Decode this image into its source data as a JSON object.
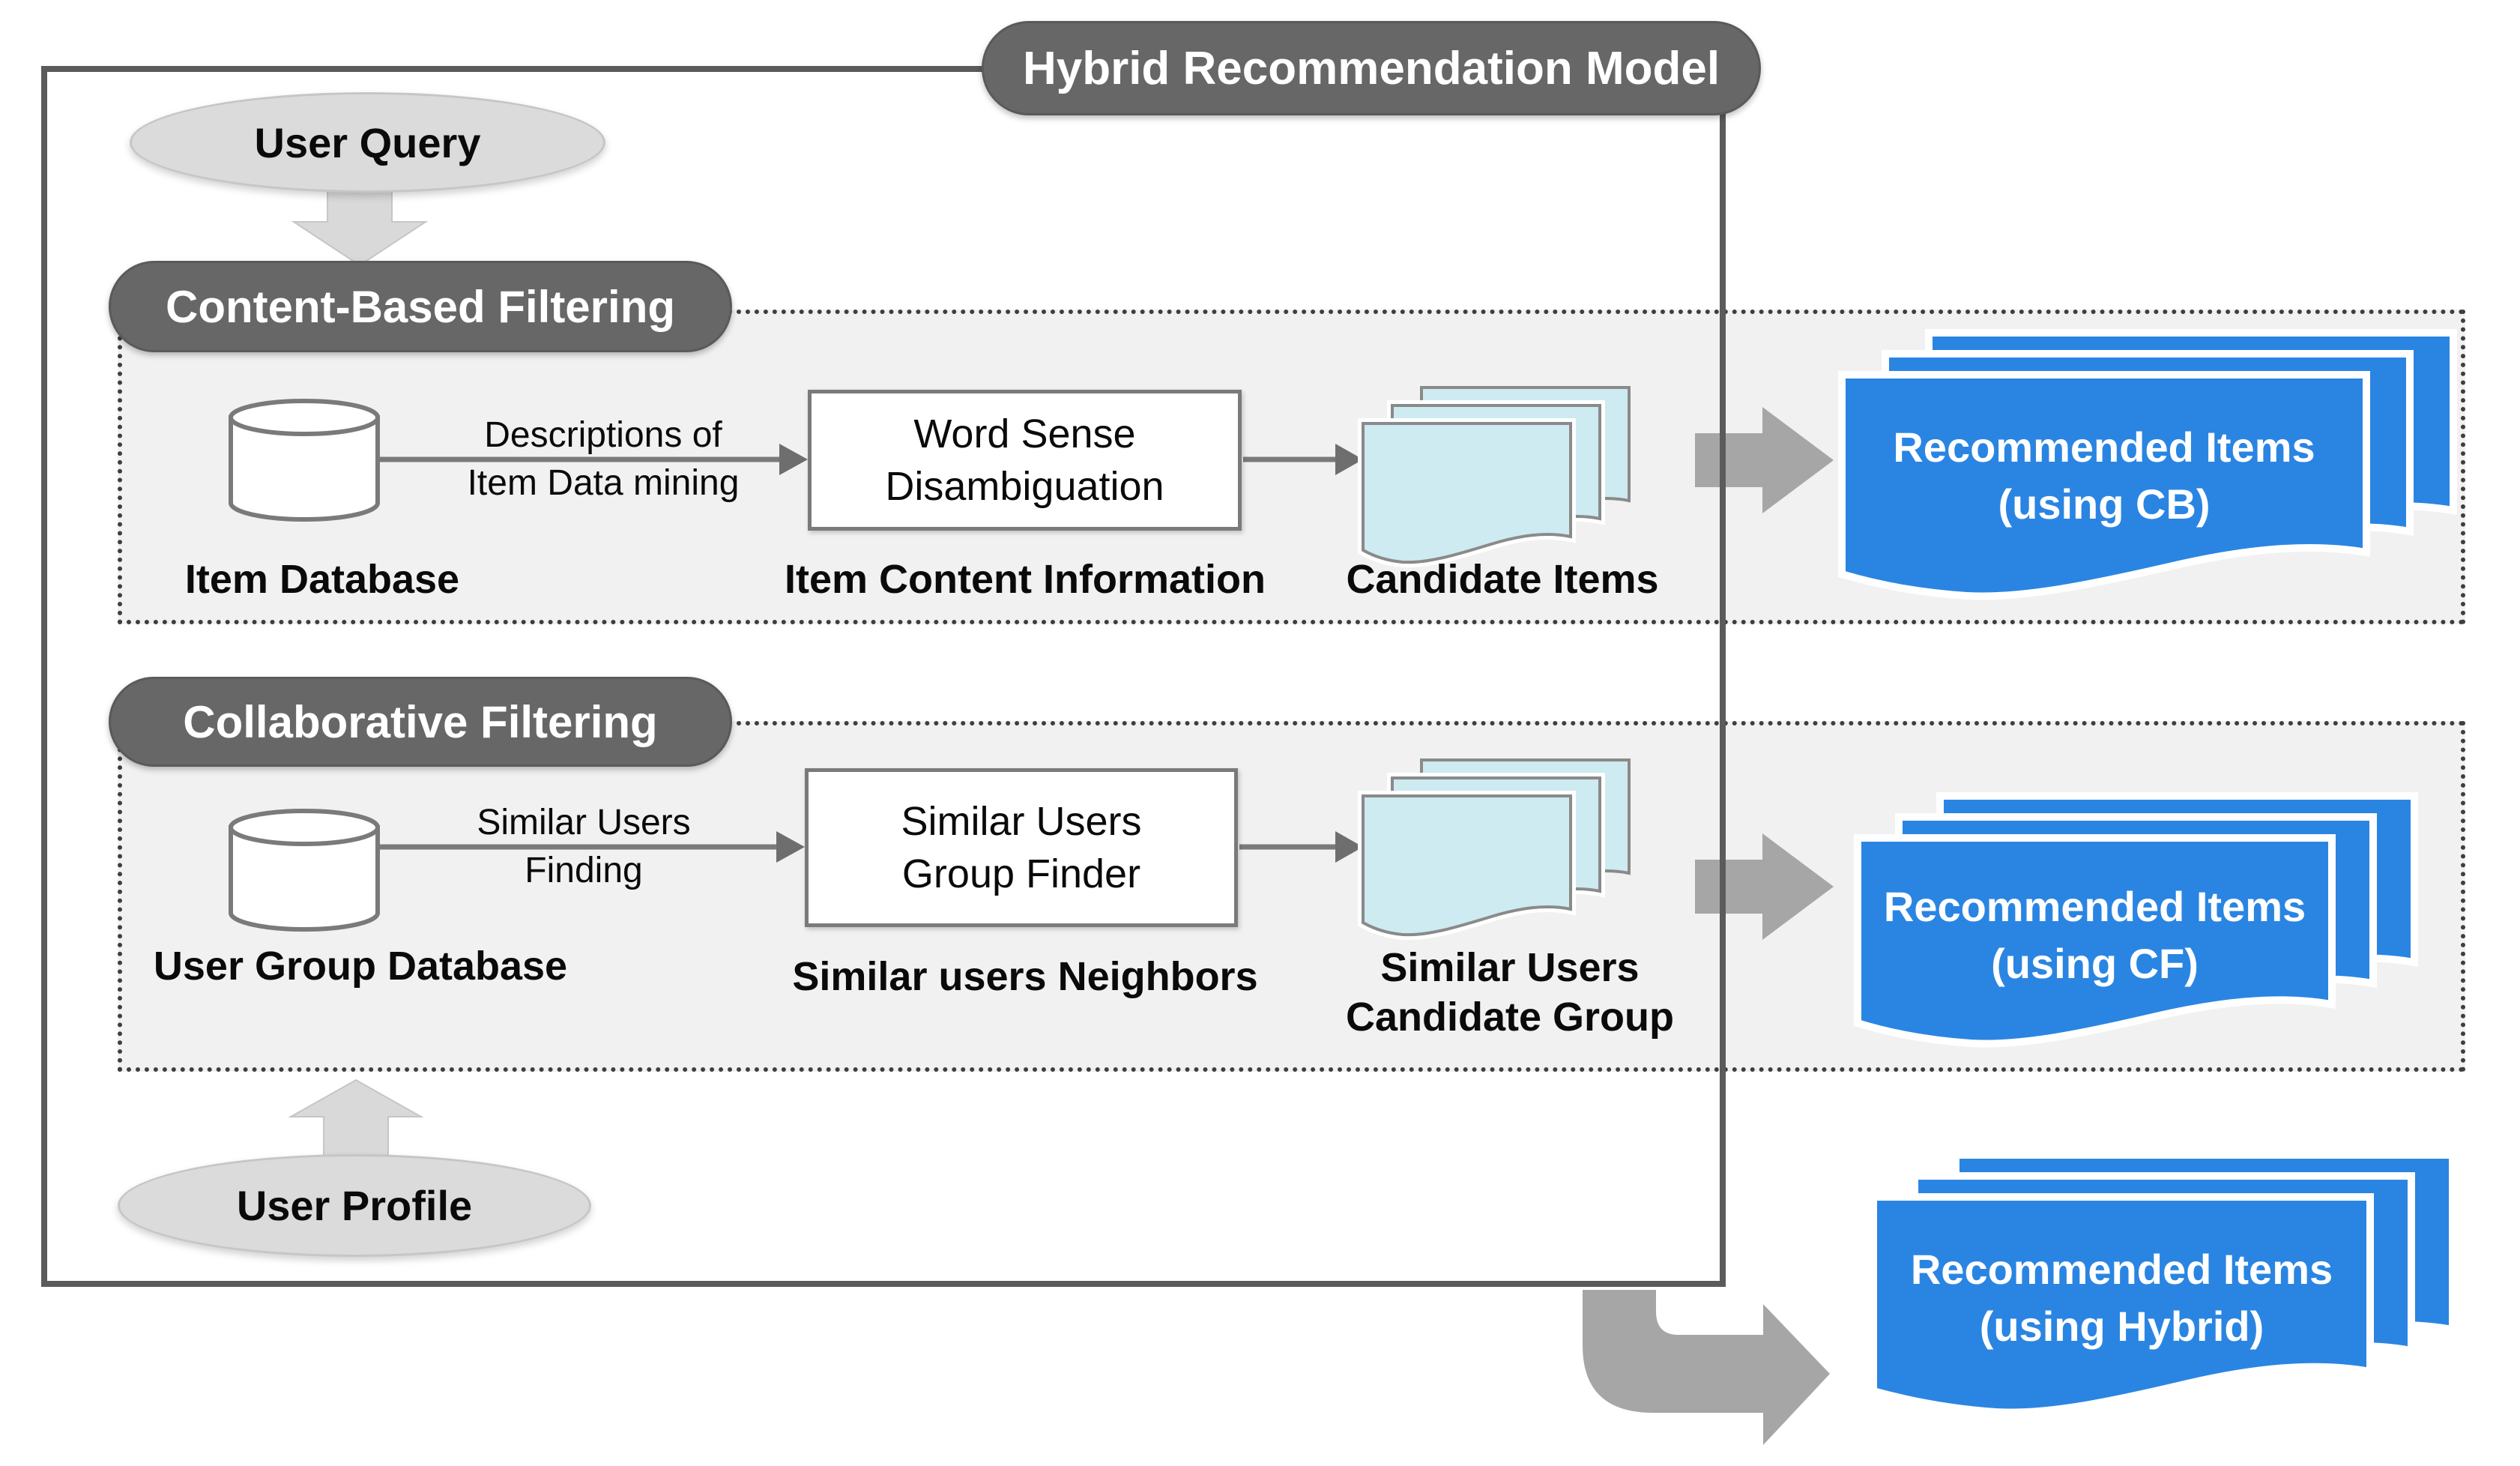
{
  "title": "Hybrid Recommendation Model",
  "user_query": "User Query",
  "user_profile": "User Profile",
  "cbf": {
    "label": "Content-Based Filtering",
    "db_caption": "Item Database",
    "edge_label_1": "Descriptions of",
    "edge_label_2": "Item Data mining",
    "process_1": "Word Sense",
    "process_2": "Disambiguation",
    "process_caption": "Item Content Information",
    "docs_caption": "Candidate Items",
    "out_1": "Recommended Items",
    "out_2": "(using CB)"
  },
  "cf": {
    "label": "Collaborative Filtering",
    "db_caption": "User Group Database",
    "edge_label_1": "Similar Users",
    "edge_label_2": "Finding",
    "process_1": "Similar Users",
    "process_2": "Group Finder",
    "process_caption": "Similar users Neighbors",
    "docs_caption_1": "Similar Users",
    "docs_caption_2": "Candidate Group",
    "out_1": "Recommended Items",
    "out_2": "(using CF)"
  },
  "hybrid": {
    "out_1": "Recommended Items",
    "out_2": "(using Hybrid)"
  },
  "colors": {
    "accent_blue": "#2a85e2",
    "pill_gray": "#676767",
    "frame_gray": "#5b5b5b",
    "doc_cyan": "#cdebf0",
    "block_arrow_gray": "#a6a6a6",
    "light_arrow_gray": "#d9d9d9",
    "section_bg": "#f1f1f1"
  }
}
